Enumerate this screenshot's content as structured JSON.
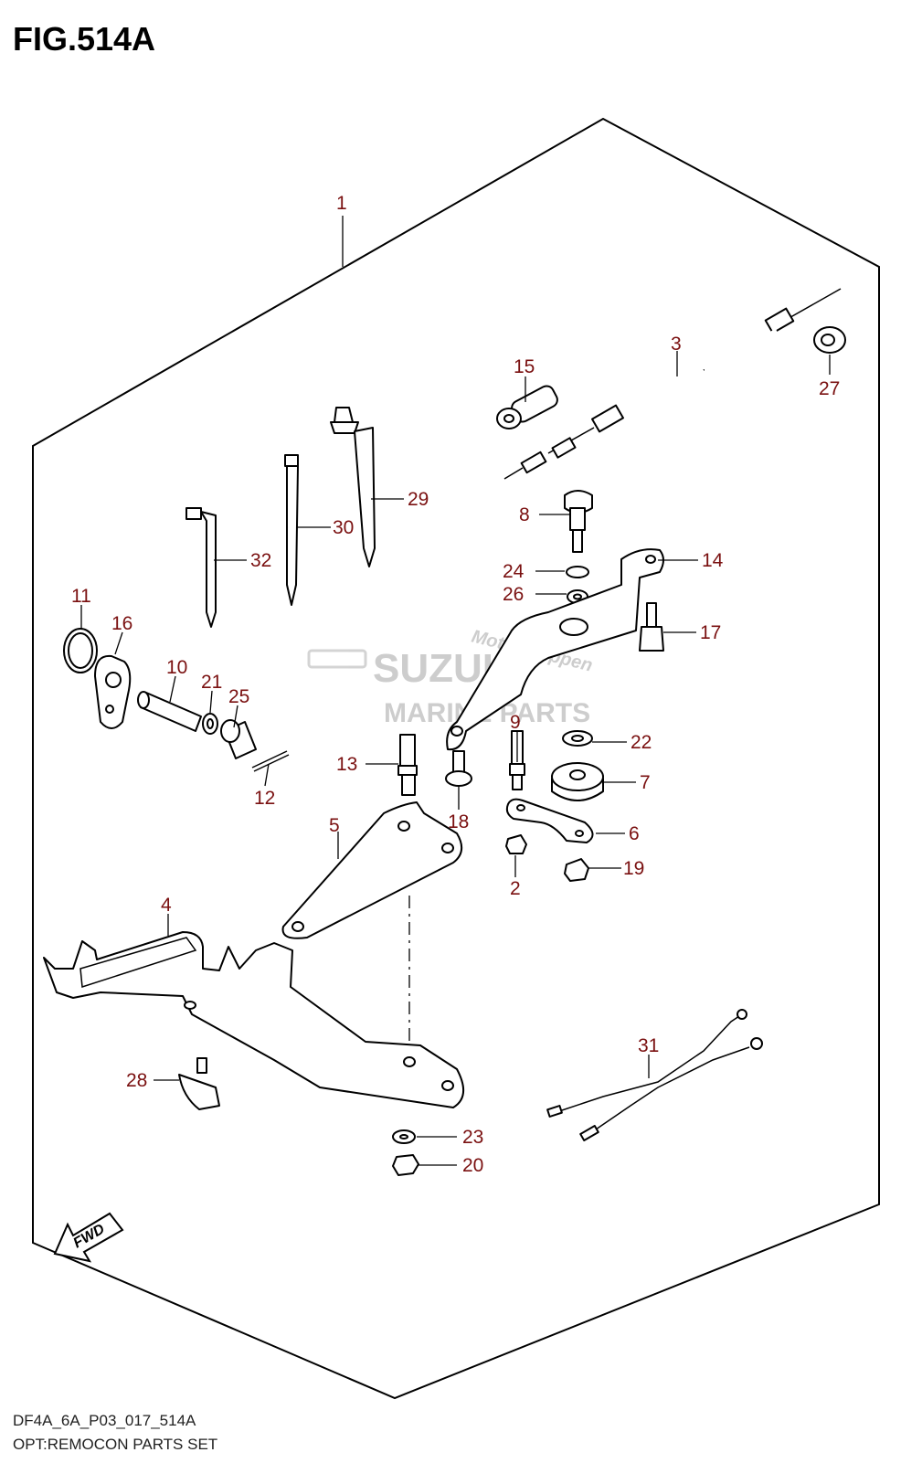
{
  "figure": {
    "title": "FIG.514A",
    "code": "DF4A_6A_P03_017_514A",
    "description": "OPT:REMOCON PARTS SET"
  },
  "watermark": {
    "brand": "SUZUKI",
    "subtitle": "MARINE PARTS",
    "script": "Motorgruppen",
    "color": "#c8c8c8"
  },
  "fwd_label": "FWD",
  "callout_color": "#7a1010",
  "callouts": [
    "1",
    "3",
    "27",
    "15",
    "29",
    "8",
    "30",
    "32",
    "24",
    "14",
    "26",
    "17",
    "11",
    "16",
    "10",
    "21",
    "25",
    "9",
    "22",
    "13",
    "7",
    "12",
    "18",
    "6",
    "5",
    "19",
    "2",
    "4",
    "31",
    "28",
    "23",
    "20"
  ]
}
